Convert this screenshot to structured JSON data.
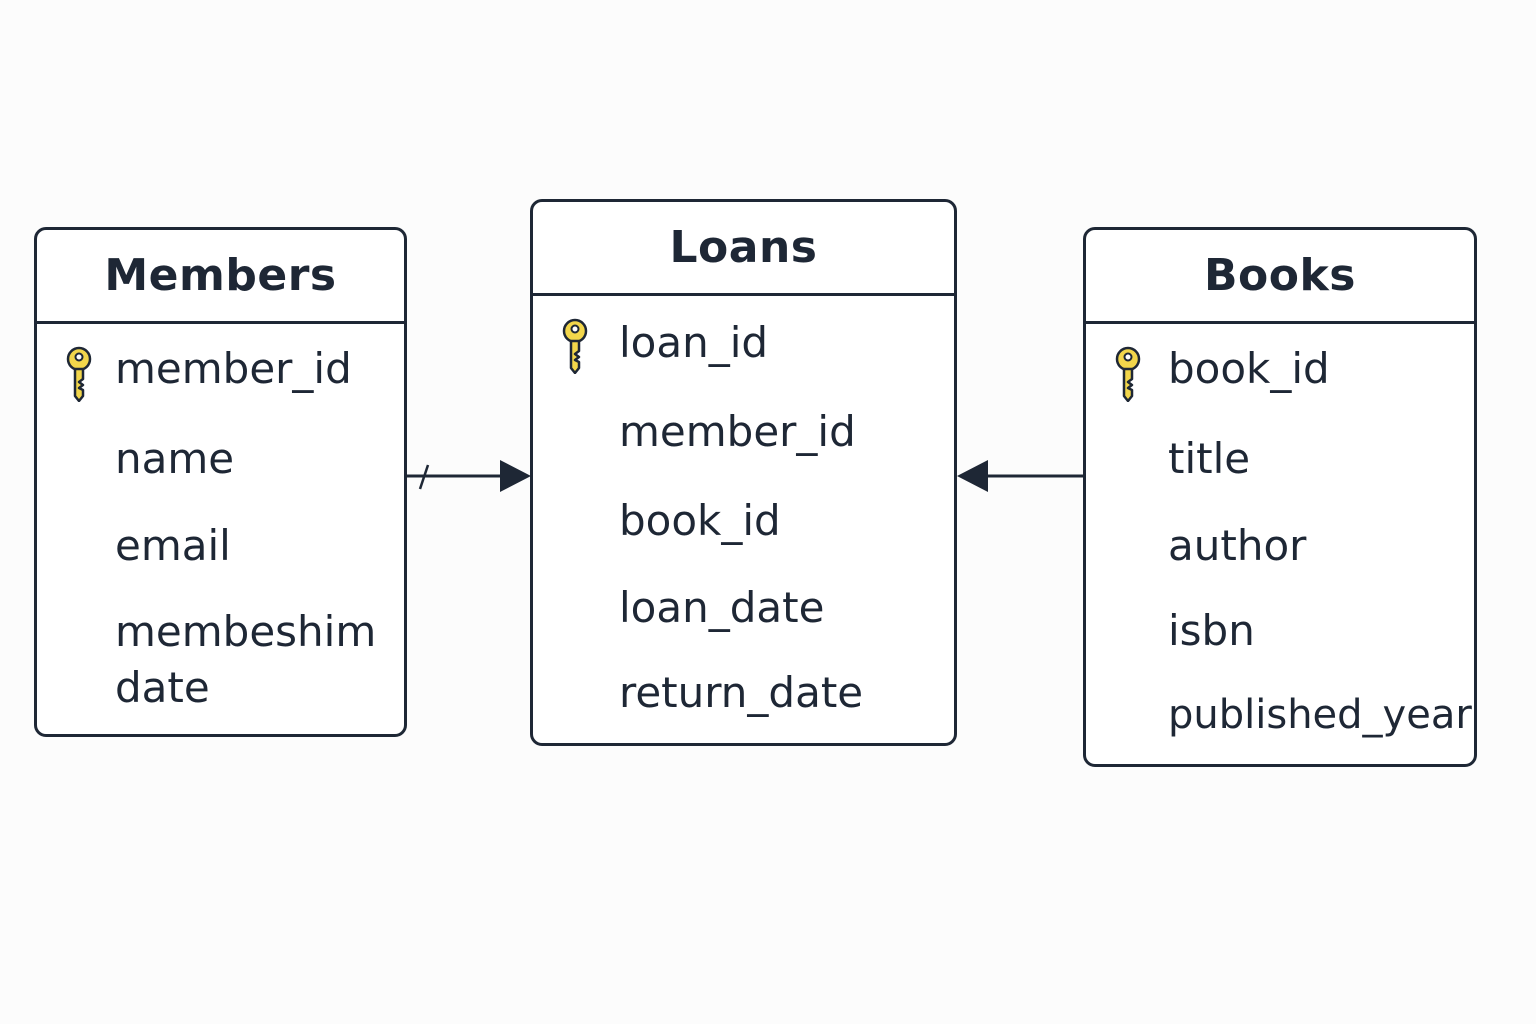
{
  "colors": {
    "stroke": "#1e2735",
    "key_fill": "#f2d64b",
    "background": "#fcfcfc"
  },
  "entities": {
    "members": {
      "title": "Members",
      "fields": [
        "member_id",
        "name",
        "email",
        "membeshim",
        "date"
      ],
      "primary_key": "member_id"
    },
    "loans": {
      "title": "Loans",
      "fields": [
        "loan_id",
        "member_id",
        "book_id",
        "loan_date",
        "return_date"
      ],
      "primary_key": "loan_id"
    },
    "books": {
      "title": "Books",
      "fields": [
        "book_id",
        "title",
        "author",
        "isbn",
        "published_year"
      ],
      "primary_key": "book_id"
    }
  },
  "relationships": [
    {
      "from": "Members",
      "to": "Loans"
    },
    {
      "from": "Books",
      "to": "Loans"
    }
  ],
  "icons": {
    "primary_key": "key-icon"
  }
}
